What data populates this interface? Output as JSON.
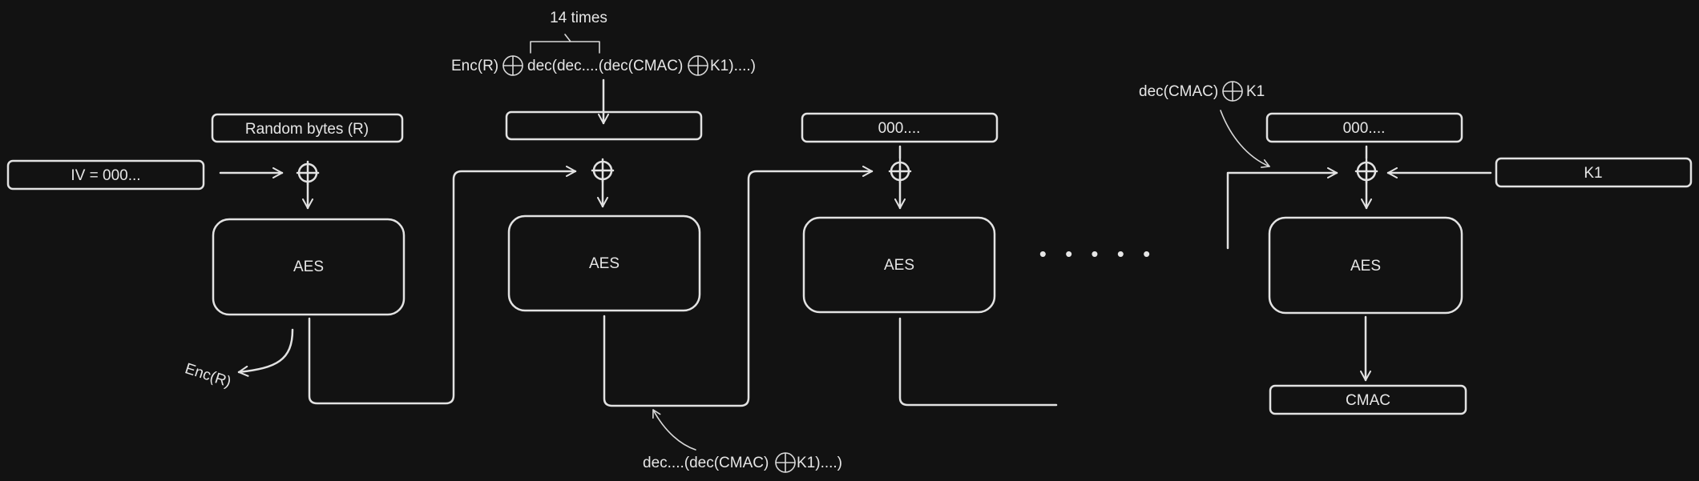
{
  "blocks": {
    "iv_input": "IV = 000...",
    "random_bytes": "Random bytes (R)",
    "block2_input": "",
    "block3_input": "000....",
    "final_input": "000....",
    "k1_input": "K1",
    "aes_label": "AES",
    "cmac_output": "CMAC"
  },
  "annotations": {
    "fourteen_times": "14 times",
    "enc_r_output": "Enc(R)",
    "top_formula_left": "Enc(R)",
    "top_formula_right": "dec(dec....(dec(CMAC)",
    "top_formula_end": "K1)....)",
    "bottom_formula_left": "dec....(dec(CMAC)",
    "bottom_formula_end": "K1)....)",
    "right_formula_left": "dec(CMAC)",
    "right_formula_end": "K1"
  },
  "ellipsis": "• • • • •",
  "colors": {
    "background": "#121212",
    "stroke": "#e2e2e2",
    "text": "#e6e6e6"
  }
}
